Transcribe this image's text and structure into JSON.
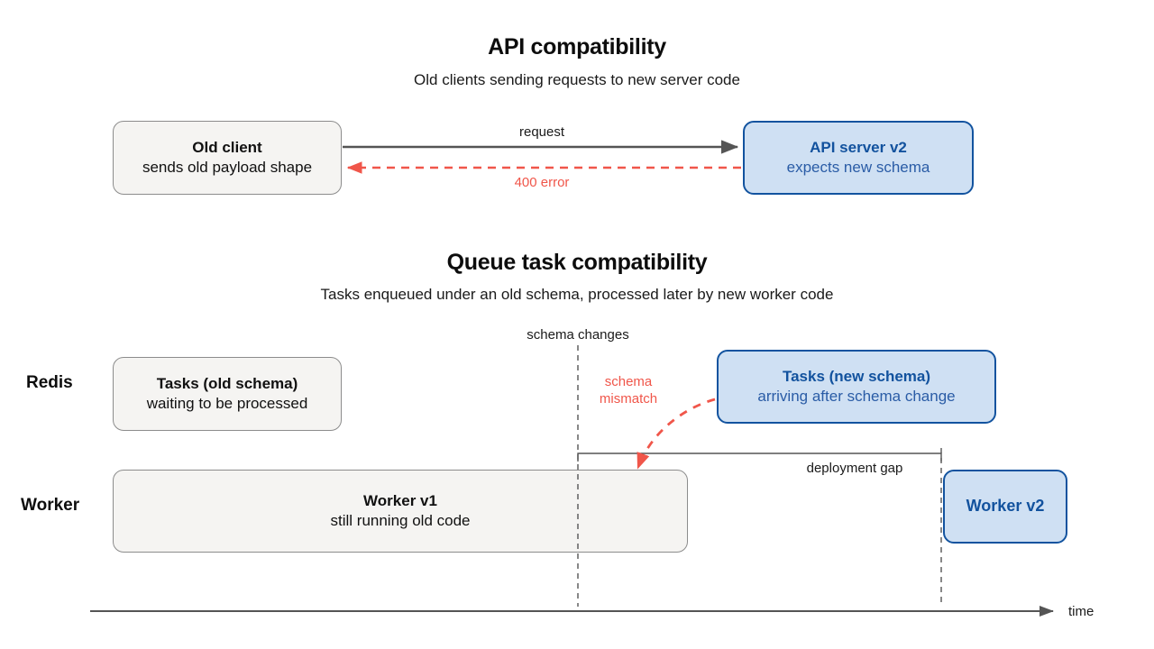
{
  "sections": [
    {
      "title": "API compatibility",
      "subtitle": "Old clients sending requests to new server code",
      "nodes": [
        {
          "title": "Old client",
          "subtitle": "sends old payload shape",
          "style": "gray"
        },
        {
          "title": "API server v2",
          "subtitle": "expects new schema",
          "style": "blue"
        }
      ],
      "edges": [
        {
          "label": "request",
          "style": "solid",
          "color": "#555555",
          "direction": "right"
        },
        {
          "label": "400 error",
          "style": "dashed",
          "color": "#f0564a",
          "direction": "left"
        }
      ]
    },
    {
      "title": "Queue task compatibility",
      "subtitle": "Tasks enqueued under an old schema, processed later by new worker code",
      "lanes": [
        {
          "label": "Redis"
        },
        {
          "label": "Worker"
        }
      ],
      "nodes": [
        {
          "title": "Tasks (old schema)",
          "subtitle": "waiting to be processed",
          "style": "gray"
        },
        {
          "title": "Tasks (new schema)",
          "subtitle": "arriving after schema change",
          "style": "blue"
        },
        {
          "title": "Worker v1",
          "subtitle": "still running old code",
          "style": "gray"
        },
        {
          "title": "Worker v2",
          "subtitle": "",
          "style": "blue"
        }
      ],
      "markers": [
        {
          "label": "schema changes",
          "style": "dashed-vertical"
        },
        {
          "label": "deployment gap",
          "style": "bracket"
        }
      ],
      "edges": [
        {
          "label": "schema mismatch",
          "style": "dashed-curve",
          "color": "#f0564a"
        }
      ],
      "axis": {
        "label": "time",
        "direction": "right"
      }
    }
  ],
  "colors": {
    "blue_fill": "#cfe0f3",
    "blue_stroke": "#12539f",
    "blue_text": "#12529e",
    "gray_fill": "#f5f4f2",
    "gray_stroke": "#8c8c8c",
    "red": "#f0564a",
    "axis": "#555555"
  }
}
